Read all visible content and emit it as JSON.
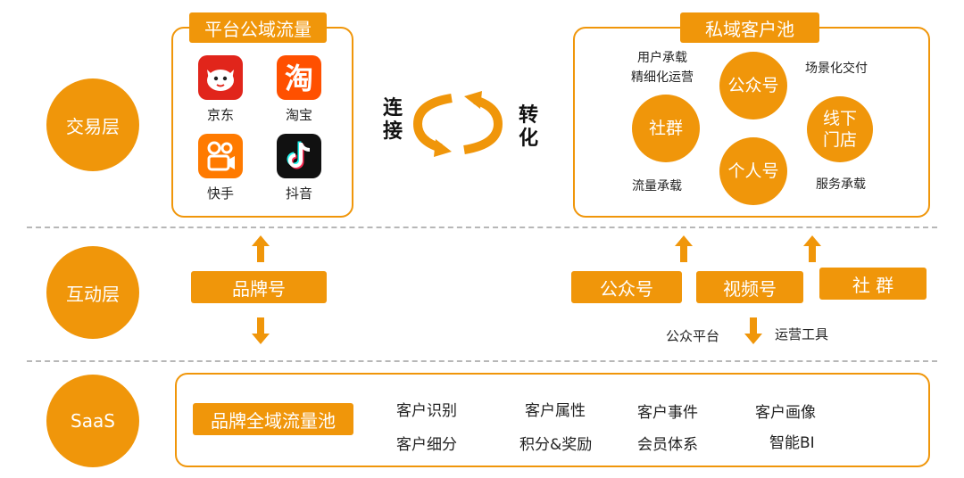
{
  "layers": {
    "transaction": "交易层",
    "interaction": "互动层",
    "saas": "SaaS"
  },
  "public_traffic": {
    "title": "平台公域流量",
    "apps": [
      {
        "name": "京东",
        "icon": "jd-dog-icon",
        "color": "#e1251b"
      },
      {
        "name": "淘宝",
        "icon": "taobao-icon",
        "color": "#ff5000"
      },
      {
        "name": "快手",
        "icon": "kuaishou-icon",
        "color": "#ff7a00"
      },
      {
        "name": "抖音",
        "icon": "douyin-icon",
        "color": "#111111"
      }
    ]
  },
  "cycle": {
    "left_top": "连",
    "left_bottom": "接",
    "right_top": "转",
    "right_bottom": "化"
  },
  "private_pool": {
    "title": "私域客户池",
    "circles": {
      "official": "公众号",
      "community": "社群",
      "offline_line1": "线下",
      "offline_line2": "门店",
      "personal": "个人号"
    },
    "captions": {
      "user_line1": "用户承载",
      "user_line2": "精细化运营",
      "scene": "场景化交付",
      "traffic": "流量承载",
      "service": "服务承载"
    }
  },
  "interaction": {
    "brand": "品牌号",
    "official": "公众号",
    "video": "视频号",
    "community": "社 群",
    "platform": "公众平台",
    "tools": "运营工具"
  },
  "saas": {
    "pool": "品牌全域流量池",
    "features": [
      [
        "客户识别",
        "客户属性",
        "客户事件",
        "客户画像"
      ],
      [
        "客户细分",
        "积分&奖励",
        "会员体系",
        "智能BI"
      ]
    ]
  },
  "colors": {
    "accent": "#f0960a",
    "divider": "#b7b7b7"
  }
}
